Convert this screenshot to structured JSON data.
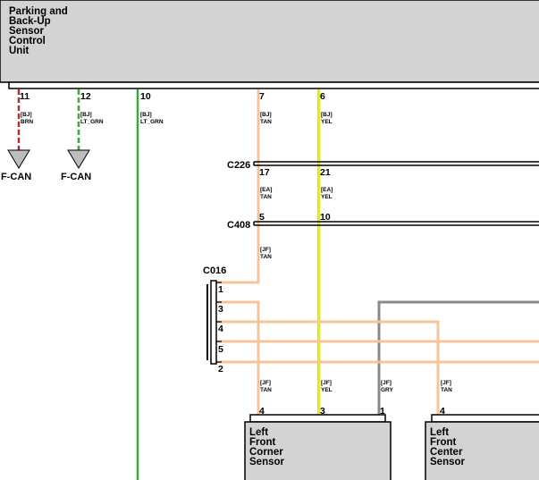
{
  "modules": {
    "control_unit": {
      "lines": [
        "Parking and",
        "Back-Up",
        "Sensor",
        "Control",
        "Unit"
      ]
    },
    "left_front_corner": {
      "lines": [
        "Left",
        "Front",
        "Corner",
        "Sensor"
      ]
    },
    "left_front_center": {
      "lines": [
        "Left",
        "Front",
        "Center",
        "Sensor"
      ]
    }
  },
  "top_pins": {
    "p11": "11",
    "p12": "12",
    "p10": "10",
    "p7": "7",
    "p6": "6"
  },
  "wire_codes": {
    "w11": {
      "circuit": "[BJ]",
      "color": "BRN"
    },
    "w12": {
      "circuit": "[BJ]",
      "color": "LT_GRN"
    },
    "w10": {
      "circuit": "[BJ]",
      "color": "LT_GRN"
    },
    "w7_top": {
      "circuit": "[BJ]",
      "color": "TAN"
    },
    "w6_top": {
      "circuit": "[BJ]",
      "color": "YEL"
    },
    "w7_mid": {
      "circuit": "[EA]",
      "color": "TAN"
    },
    "w6_mid": {
      "circuit": "[EA]",
      "color": "YEL"
    },
    "w7_low": {
      "circuit": "[JF]",
      "color": "TAN"
    },
    "w_corner_4": {
      "circuit": "[JF]",
      "color": "TAN"
    },
    "w_corner_3": {
      "circuit": "[JF]",
      "color": "YEL"
    },
    "w_corner_1": {
      "circuit": "[JF]",
      "color": "GRY"
    },
    "w_center_4": {
      "circuit": "[JF]",
      "color": "TAN"
    }
  },
  "ground_labels": {
    "g1": "F-CAN",
    "g2": "F-CAN"
  },
  "connectors": {
    "c226": {
      "name": "C226",
      "pin_a": "17",
      "pin_b": "21"
    },
    "c408": {
      "name": "C408",
      "pin_a": "5",
      "pin_b": "10"
    },
    "c016": {
      "name": "C016",
      "pins": [
        "1",
        "3",
        "4",
        "5",
        "2"
      ]
    }
  },
  "sensor_pins": {
    "corner": [
      "4",
      "3",
      "1"
    ],
    "center": [
      "4"
    ]
  },
  "colors": {
    "module_fill": "#d3d3d3",
    "tan": "#f5c49a",
    "yellow": "#e8ea2a",
    "lt_green": "#3aa83a",
    "brown": "#b03030",
    "gray": "#8a8a8a"
  }
}
